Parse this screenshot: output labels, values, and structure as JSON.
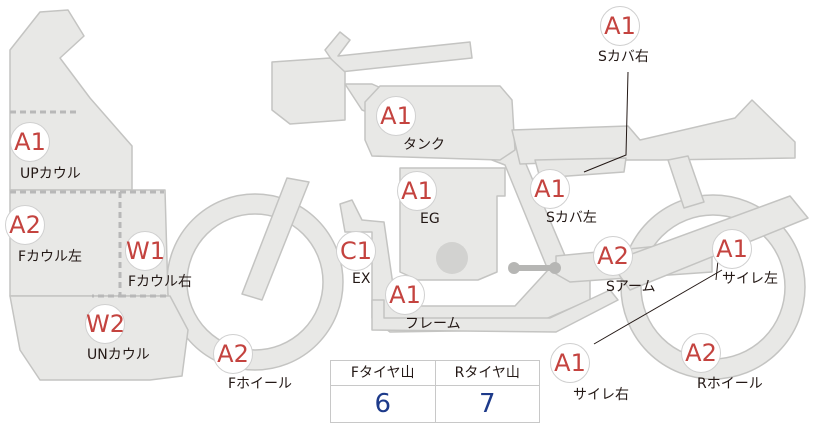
{
  "colors": {
    "part_fill": "#e8e8e6",
    "part_stroke": "#c4c4c2",
    "marker_text": "#c4433f",
    "label_text": "#231815",
    "value_text": "#1d3a8a",
    "divider": "#b8b8b8"
  },
  "parts": [
    {
      "id": "s-cover-right",
      "code": "A1",
      "label": "Sカバ右"
    },
    {
      "id": "tank",
      "code": "A1",
      "label": "タンク"
    },
    {
      "id": "up-cowl",
      "code": "A1",
      "label": "UPカウル"
    },
    {
      "id": "engine",
      "code": "A1",
      "label": "EG"
    },
    {
      "id": "s-cover-left",
      "code": "A1",
      "label": "Sカバ左"
    },
    {
      "id": "f-cowl-left",
      "code": "A2",
      "label": "Fカウル左"
    },
    {
      "id": "f-cowl-right",
      "code": "W1",
      "label": "Fカウル右"
    },
    {
      "id": "exhaust",
      "code": "C1",
      "label": "EX"
    },
    {
      "id": "swing-arm",
      "code": "A2",
      "label": "Sアーム"
    },
    {
      "id": "silencer-left",
      "code": "A1",
      "label": "サイレ左"
    },
    {
      "id": "frame",
      "code": "A1",
      "label": "フレーム"
    },
    {
      "id": "un-cowl",
      "code": "W2",
      "label": "UNカウル"
    },
    {
      "id": "f-wheel",
      "code": "A2",
      "label": "Fホイール"
    },
    {
      "id": "silencer-right",
      "code": "A1",
      "label": "サイレ右"
    },
    {
      "id": "r-wheel",
      "code": "A2",
      "label": "Rホイール"
    }
  ],
  "tread": {
    "front_label": "Fタイヤ山",
    "rear_label": "Rタイヤ山",
    "front_value": "6",
    "rear_value": "7"
  }
}
